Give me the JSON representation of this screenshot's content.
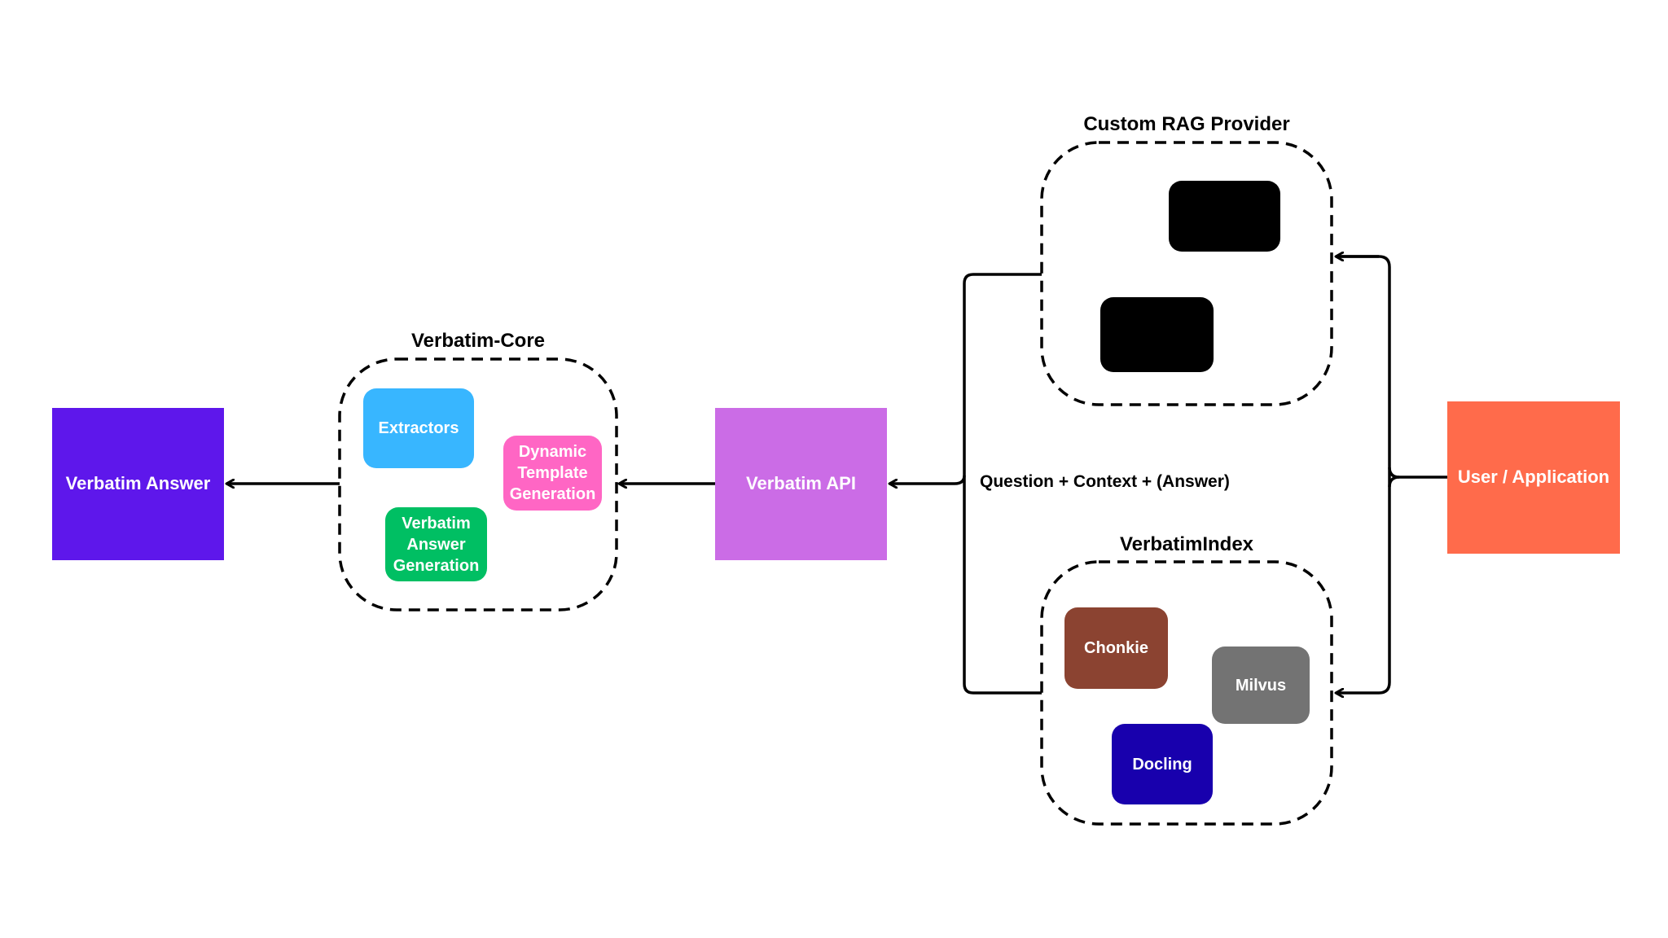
{
  "colors": {
    "verbatim_answer": "#5E17EB",
    "verbatim_api": "#CB6CE6",
    "user_application": "#FF6B4B",
    "extractors": "#38B6FF",
    "dynamic_template": "#FF66C4",
    "verbatim_answer_generation": "#00BF63",
    "chonkie": "#8B4331",
    "milvus": "#737373",
    "docling": "#1800AD",
    "rag_black": "#000000"
  },
  "nodes": {
    "verbatim_answer": "Verbatim Answer",
    "verbatim_api": "Verbatim API",
    "user_application": "User / Application"
  },
  "groups": {
    "verbatim_core": {
      "label": "Verbatim-Core",
      "items": {
        "extractors": "Extractors",
        "dynamic_template": [
          "Dynamic",
          "Template",
          "Generation"
        ],
        "answer_generation": [
          "Verbatim",
          "Answer",
          "Generation"
        ]
      }
    },
    "custom_rag": {
      "label": "Custom RAG Provider"
    },
    "verbatim_index": {
      "label": "VerbatimIndex",
      "items": {
        "chonkie": "Chonkie",
        "milvus": "Milvus",
        "docling": "Docling"
      }
    }
  },
  "edges": {
    "question_context": "Question + Context + (Answer)"
  },
  "icons": {
    "arrowhead": "arrow-head-icon"
  }
}
